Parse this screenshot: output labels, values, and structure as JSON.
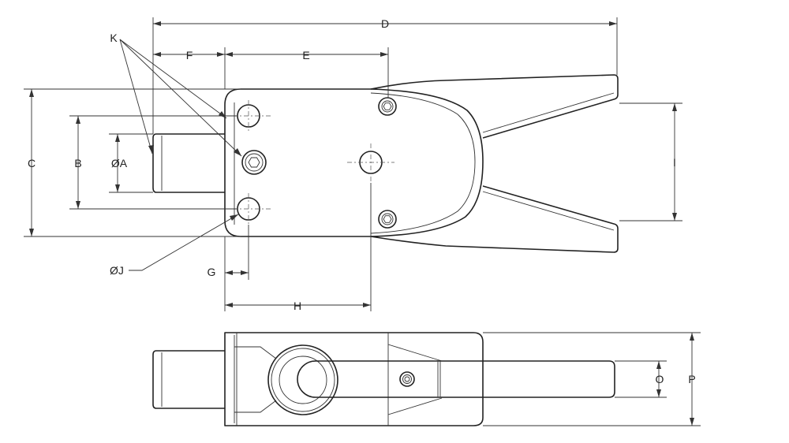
{
  "labels": {
    "A": "ØA",
    "B": "B",
    "C": "C",
    "D": "D",
    "E": "E",
    "F": "F",
    "G": "G",
    "H": "H",
    "I": "I",
    "J": "ØJ",
    "K": "K",
    "O": "O",
    "P": "P"
  }
}
